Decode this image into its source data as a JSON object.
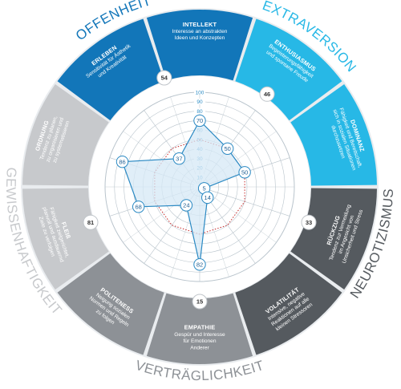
{
  "colors": {
    "offenheit": "#1276b9",
    "extraversion": "#27b8e6",
    "neurotizismus": "#555a5f",
    "vertraeglichkeit": "#8d9196",
    "gewissenhaftigkeit": "#c7c9cc",
    "series_line": "#2a89c3",
    "series_fill": "#d6e8f5",
    "reference_line": "#c62828",
    "grid": "#b9c4cc"
  },
  "domains": [
    {
      "key": "offenheit",
      "label": "OFFENHEIT",
      "score": "54"
    },
    {
      "key": "extraversion",
      "label": "EXTRAVERSION",
      "score": "46"
    },
    {
      "key": "neurotizismus",
      "label": "NEUROTIZISMUS",
      "score": "33"
    },
    {
      "key": "vertraeglichkeit",
      "label": "VERTRÄGLICHKEIT",
      "score": "15"
    },
    {
      "key": "gewissenhaftigkeit",
      "label": "GEWISSENHAFTIGKEIT",
      "score": "81"
    }
  ],
  "facets": [
    {
      "title": "INTELLEKT",
      "desc": [
        "Interesse an abstrakten",
        "Ideen und Konzepten"
      ],
      "domain": "offenheit"
    },
    {
      "title": "ENTHUSIASMUS",
      "desc": [
        "Begeisterungsfähigkeit",
        "und spontane Freude"
      ],
      "domain": "extraversion"
    },
    {
      "title": "DOMINANZ",
      "desc": [
        "Fähigkeit und Bereitschaft,",
        "sich in sozialen Situationen",
        "durchzusetzen"
      ],
      "domain": "extraversion"
    },
    {
      "title": "RÜCKZUG",
      "desc": [
        "Tendenz zur Vermeidung",
        "im Angesicht von",
        "Unsicherheit und Stress"
      ],
      "domain": "neurotizismus"
    },
    {
      "title": "VOLATILITÄT",
      "desc": [
        "Intensive, negative",
        "Reaktionen auf alle",
        "kleinen Stressoren"
      ],
      "domain": "neurotizismus"
    },
    {
      "title": "EMPATHIE",
      "desc": [
        "Gespür und Interesse",
        "für Emotionen",
        "Anderer"
      ],
      "domain": "vertraeglichkeit"
    },
    {
      "title": "POLITENESS",
      "desc": [
        "Neigung sozialen",
        "Normen und Regeln",
        "zu folgen"
      ],
      "domain": "vertraeglichkeit"
    },
    {
      "title": "FLEIß",
      "desc": [
        "Fähigkeit zielgerichtet,",
        "planvoll und ausdauernd",
        "Ziele zu verfolgen"
      ],
      "domain": "gewissenhaftigkeit"
    },
    {
      "title": "ORDNUNG",
      "desc": [
        "Tendenz zu planen,",
        "zu organisieren und",
        "zu systematisieren"
      ],
      "domain": "gewissenhaftigkeit"
    },
    {
      "title": "ERLEBEN",
      "desc": [
        "Sensitivität für Ästhetik",
        "und Kreativität"
      ],
      "domain": "offenheit"
    }
  ],
  "chart_data": {
    "type": "radar",
    "axes": [
      "INTELLEKT",
      "ENTHUSIASMUS",
      "DOMINANZ",
      "RÜCKZUG",
      "VOLATILITÄT",
      "EMPATHIE",
      "POLITENESS",
      "FLEIß",
      "ORDNUNG",
      "ERLEBEN"
    ],
    "rlim": [
      0,
      100
    ],
    "ticks": [
      "0",
      "10",
      "20",
      "30",
      "40",
      "50",
      "60",
      "70",
      "80",
      "90",
      "100"
    ],
    "series": [
      {
        "values": [
          70,
          50,
          50,
          5,
          14,
          82,
          24,
          68,
          86,
          37
        ]
      },
      {
        "values": [
          50,
          50,
          50,
          50,
          50,
          50,
          50,
          50,
          50,
          50
        ],
        "style": "dotted"
      }
    ],
    "value_labels": [
      "70",
      "50",
      "50",
      "5",
      "14",
      "82",
      "24",
      "68",
      "86",
      "37"
    ],
    "grid": true
  }
}
